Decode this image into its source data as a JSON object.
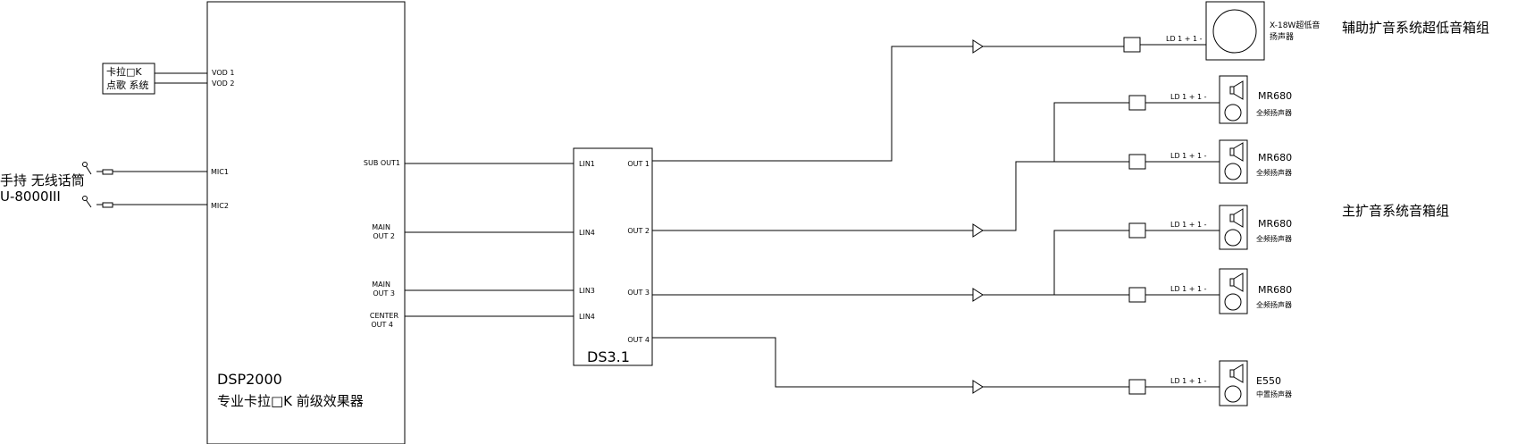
{
  "vod_system": {
    "line1": "卡拉□K",
    "line2": "点歌 系统"
  },
  "microphone": {
    "line1": "手持 无线话筒",
    "line2": "U-8000III"
  },
  "dsp": {
    "name": "DSP2000",
    "desc": "专业卡拉□K 前级效果器",
    "in_vod1": "VOD 1",
    "in_vod2": "VOD 2",
    "in_mic1": "MIC1",
    "in_mic2": "MIC2",
    "out_sub": "SUB OUT1",
    "out_main2_a": "MAIN",
    "out_main2_b": "OUT 2",
    "out_main3_a": "MAIN",
    "out_main3_b": "OUT 3",
    "out_center_a": "CENTER",
    "out_center_b": "OUT 4"
  },
  "ds": {
    "name": "DS3.1",
    "lin1": "LIN1",
    "lin4a": "LIN4",
    "lin3": "LIN3",
    "lin4b": "LIN4",
    "out1": "OUT 1",
    "out2": "OUT 2",
    "out3": "OUT 3",
    "out4": "OUT 4"
  },
  "amp_label": "LD 1 + 1 -",
  "speakers": {
    "sub": {
      "model": "X-18W超低音",
      "type": "扬声器"
    },
    "s1": {
      "model": "MR680",
      "type": "全频扬声器"
    },
    "s2": {
      "model": "MR680",
      "type": "全频扬声器"
    },
    "s3": {
      "model": "MR680",
      "type": "全频扬声器"
    },
    "s4": {
      "model": "MR680",
      "type": "全频扬声器"
    },
    "s5": {
      "model": "E550",
      "type": "中置扬声器"
    }
  },
  "groups": {
    "aux": "辅助扩音系统超低音箱组",
    "main": "主扩音系统音箱组"
  }
}
